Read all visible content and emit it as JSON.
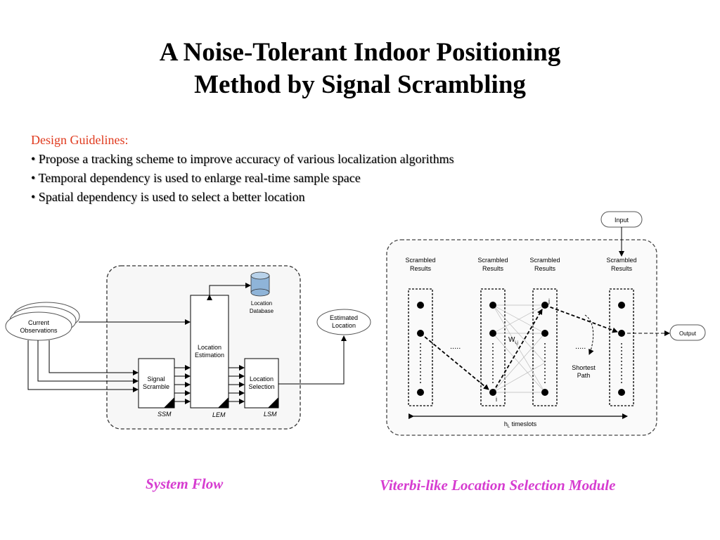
{
  "slide": {
    "title_line1": "A Noise-Tolerant Indoor Positioning",
    "title_line2": "Method by Signal Scrambling",
    "guidelines": {
      "heading": "Design Guidelines:",
      "bullets": [
        "• Propose a tracking scheme  to improve accuracy of various localization algorithms",
        "• Temporal dependency is used to enlarge real-time sample space",
        "• Spatial dependency is used to select a better location"
      ]
    },
    "captions": {
      "left": "System Flow",
      "right": "Viterbi-like Location Selection Module"
    },
    "colors": {
      "heading": "#e03a1e",
      "caption": "#d63cd0",
      "database": "#8fb4d8"
    }
  },
  "system_flow": {
    "current_observations": [
      "Current",
      "Observations"
    ],
    "signal_scramble": [
      "Signal",
      "Scramble"
    ],
    "location_estimation": [
      "Location",
      "Estimation"
    ],
    "location_selection": [
      "Location",
      "Selection"
    ],
    "location_database": [
      "Location",
      "Database"
    ],
    "estimated_location": [
      "Estimated",
      "Location"
    ],
    "ssm": "SSM",
    "lem": "LEM",
    "lsm": "LSM"
  },
  "viterbi": {
    "input": "Input",
    "output": "Output",
    "column_label": [
      "Scrambled",
      "Results"
    ],
    "ellipsis": ".....",
    "weight_label": "W",
    "weight_subscript": "i,j",
    "node_i": "i",
    "node_j": "j",
    "shortest_path": [
      "Shortest",
      "Path"
    ],
    "timeslots_prefix": "h",
    "timeslots_subscript": "L",
    "timeslots_suffix": " timeslots"
  }
}
